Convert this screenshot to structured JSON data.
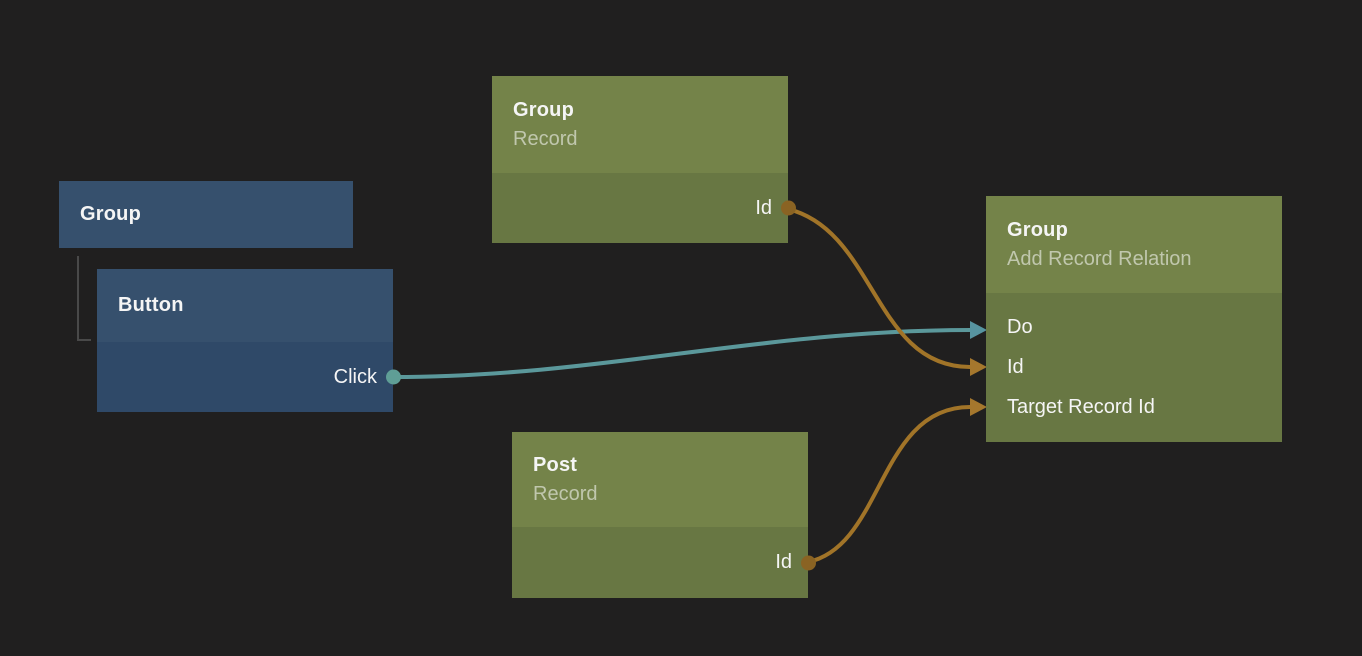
{
  "canvas": {
    "background_color": "#201f1f",
    "type": "workflow-node-editor"
  },
  "colors": {
    "blue_node_header": "#36506d",
    "blue_node_body": "#2f4968",
    "green_node_header": "#748349",
    "green_node_body": "#687743",
    "teal_wire": "#5b989b",
    "orange_wire": "#a17428",
    "orange_dot": "#8a6323",
    "tree_connector": "#494949",
    "title_text": "#f5f5f5",
    "subtitle_text": "rgba(255,255,255,0.55)"
  },
  "nodes": {
    "group_container": {
      "title": "Group"
    },
    "button": {
      "title": "Button",
      "outputs": [
        {
          "label": "Click",
          "color": "teal"
        }
      ]
    },
    "group_record": {
      "title": "Group",
      "subtitle": "Record",
      "outputs": [
        {
          "label": "Id",
          "color": "orange"
        }
      ]
    },
    "post_record": {
      "title": "Post",
      "subtitle": "Record",
      "outputs": [
        {
          "label": "Id",
          "color": "orange"
        }
      ]
    },
    "group_add_record_relation": {
      "title": "Group",
      "subtitle": "Add Record Relation",
      "inputs": [
        {
          "label": "Do",
          "color": "teal"
        },
        {
          "label": "Id",
          "color": "orange"
        },
        {
          "label": "Target Record Id",
          "color": "orange"
        }
      ]
    }
  },
  "connections": [
    {
      "from": "Button.Click",
      "to": "Group (Add Record Relation).Do",
      "color": "teal"
    },
    {
      "from": "Group (Record).Id",
      "to": "Group (Add Record Relation).Id",
      "color": "orange"
    },
    {
      "from": "Post (Record).Id",
      "to": "Group (Add Record Relation).Target Record Id",
      "color": "orange"
    }
  ],
  "hierarchy": [
    {
      "parent": "Group",
      "child": "Button"
    }
  ]
}
